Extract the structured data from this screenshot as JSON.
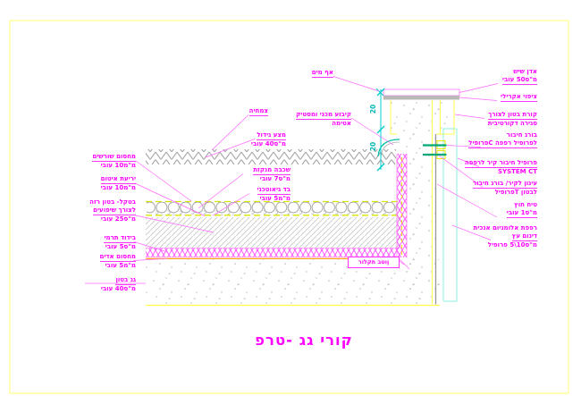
{
  "title": "פרט- גג ירוק",
  "colors": {
    "magenta": "#FF00FF",
    "yellow": "#FFFF00",
    "cyan": "#00FFFF",
    "green": "#00A878",
    "orange": "#FF9100",
    "gray": "#B0B0B0"
  },
  "dims": [
    "20",
    "20"
  ],
  "labels": {
    "left": [
      {
        "lines": [
          "מחסום שורשים",
          "מ\"מ10 עובי"
        ]
      },
      {
        "lines": [
          "יריעת איטום",
          "מ\"מ10 עובי"
        ]
      },
      {
        "lines": [
          "בטקל- בטון רזה",
          "לצורך שיפועים",
          "מ\"ס25 עובי"
        ]
      },
      {
        "lines": [
          "בידוד תרמי",
          "מ\"ס5 עובי"
        ]
      },
      {
        "lines": [
          "מחסום אדים",
          "מ\"מ5 עובי"
        ]
      },
      {
        "lines": [
          "גג בטון",
          "מ\"ס40 עובי"
        ]
      }
    ],
    "mid": [
      {
        "lines": [
          "צמחיה"
        ]
      },
      {
        "lines": [
          "מצע גידול",
          "מ\"ס40 עובי"
        ]
      },
      {
        "lines": [
          "שכבה מנקזת",
          "מ\"ס7 עובי"
        ]
      },
      {
        "lines": [
          "בד גיאוטכני",
          "מ\"מ5 עובי"
        ]
      }
    ],
    "topleft": [
      {
        "lines": [
          "אף מים"
        ]
      },
      {
        "lines": [
          "קיבוע מכני ומסטיק",
          "אטימה"
        ]
      }
    ],
    "right": [
      {
        "lines": [
          "אדן שיש",
          "מ\"ס50 עובי"
        ]
      },
      {
        "lines": [
          "ציפוי אקרילי"
        ]
      },
      {
        "lines": [
          "קורת בטון לצורך",
          "סגירה דקורטיבית"
        ]
      },
      {
        "lines": [
          "בורג חיבור",
          "פרופילC לפרופיל רפפה"
        ]
      },
      {
        "lines": [
          "פרופיל חיבור קיר לרפפה",
          "SYSTEM CT"
        ]
      },
      {
        "lines": [
          "עיגון לקיר/ בורג חיבור",
          "פרופילT לבטון"
        ]
      },
      {
        "lines": [
          "טיח חוץ",
          "מ\"ס1 עובי"
        ]
      },
      {
        "lines": [
          "רפפת אלומניום אנכית",
          "דיגום עץ",
          "מ\"ס10\\5 פרופיל"
        ]
      }
    ],
    "callout_box": "רולקת בטון"
  }
}
